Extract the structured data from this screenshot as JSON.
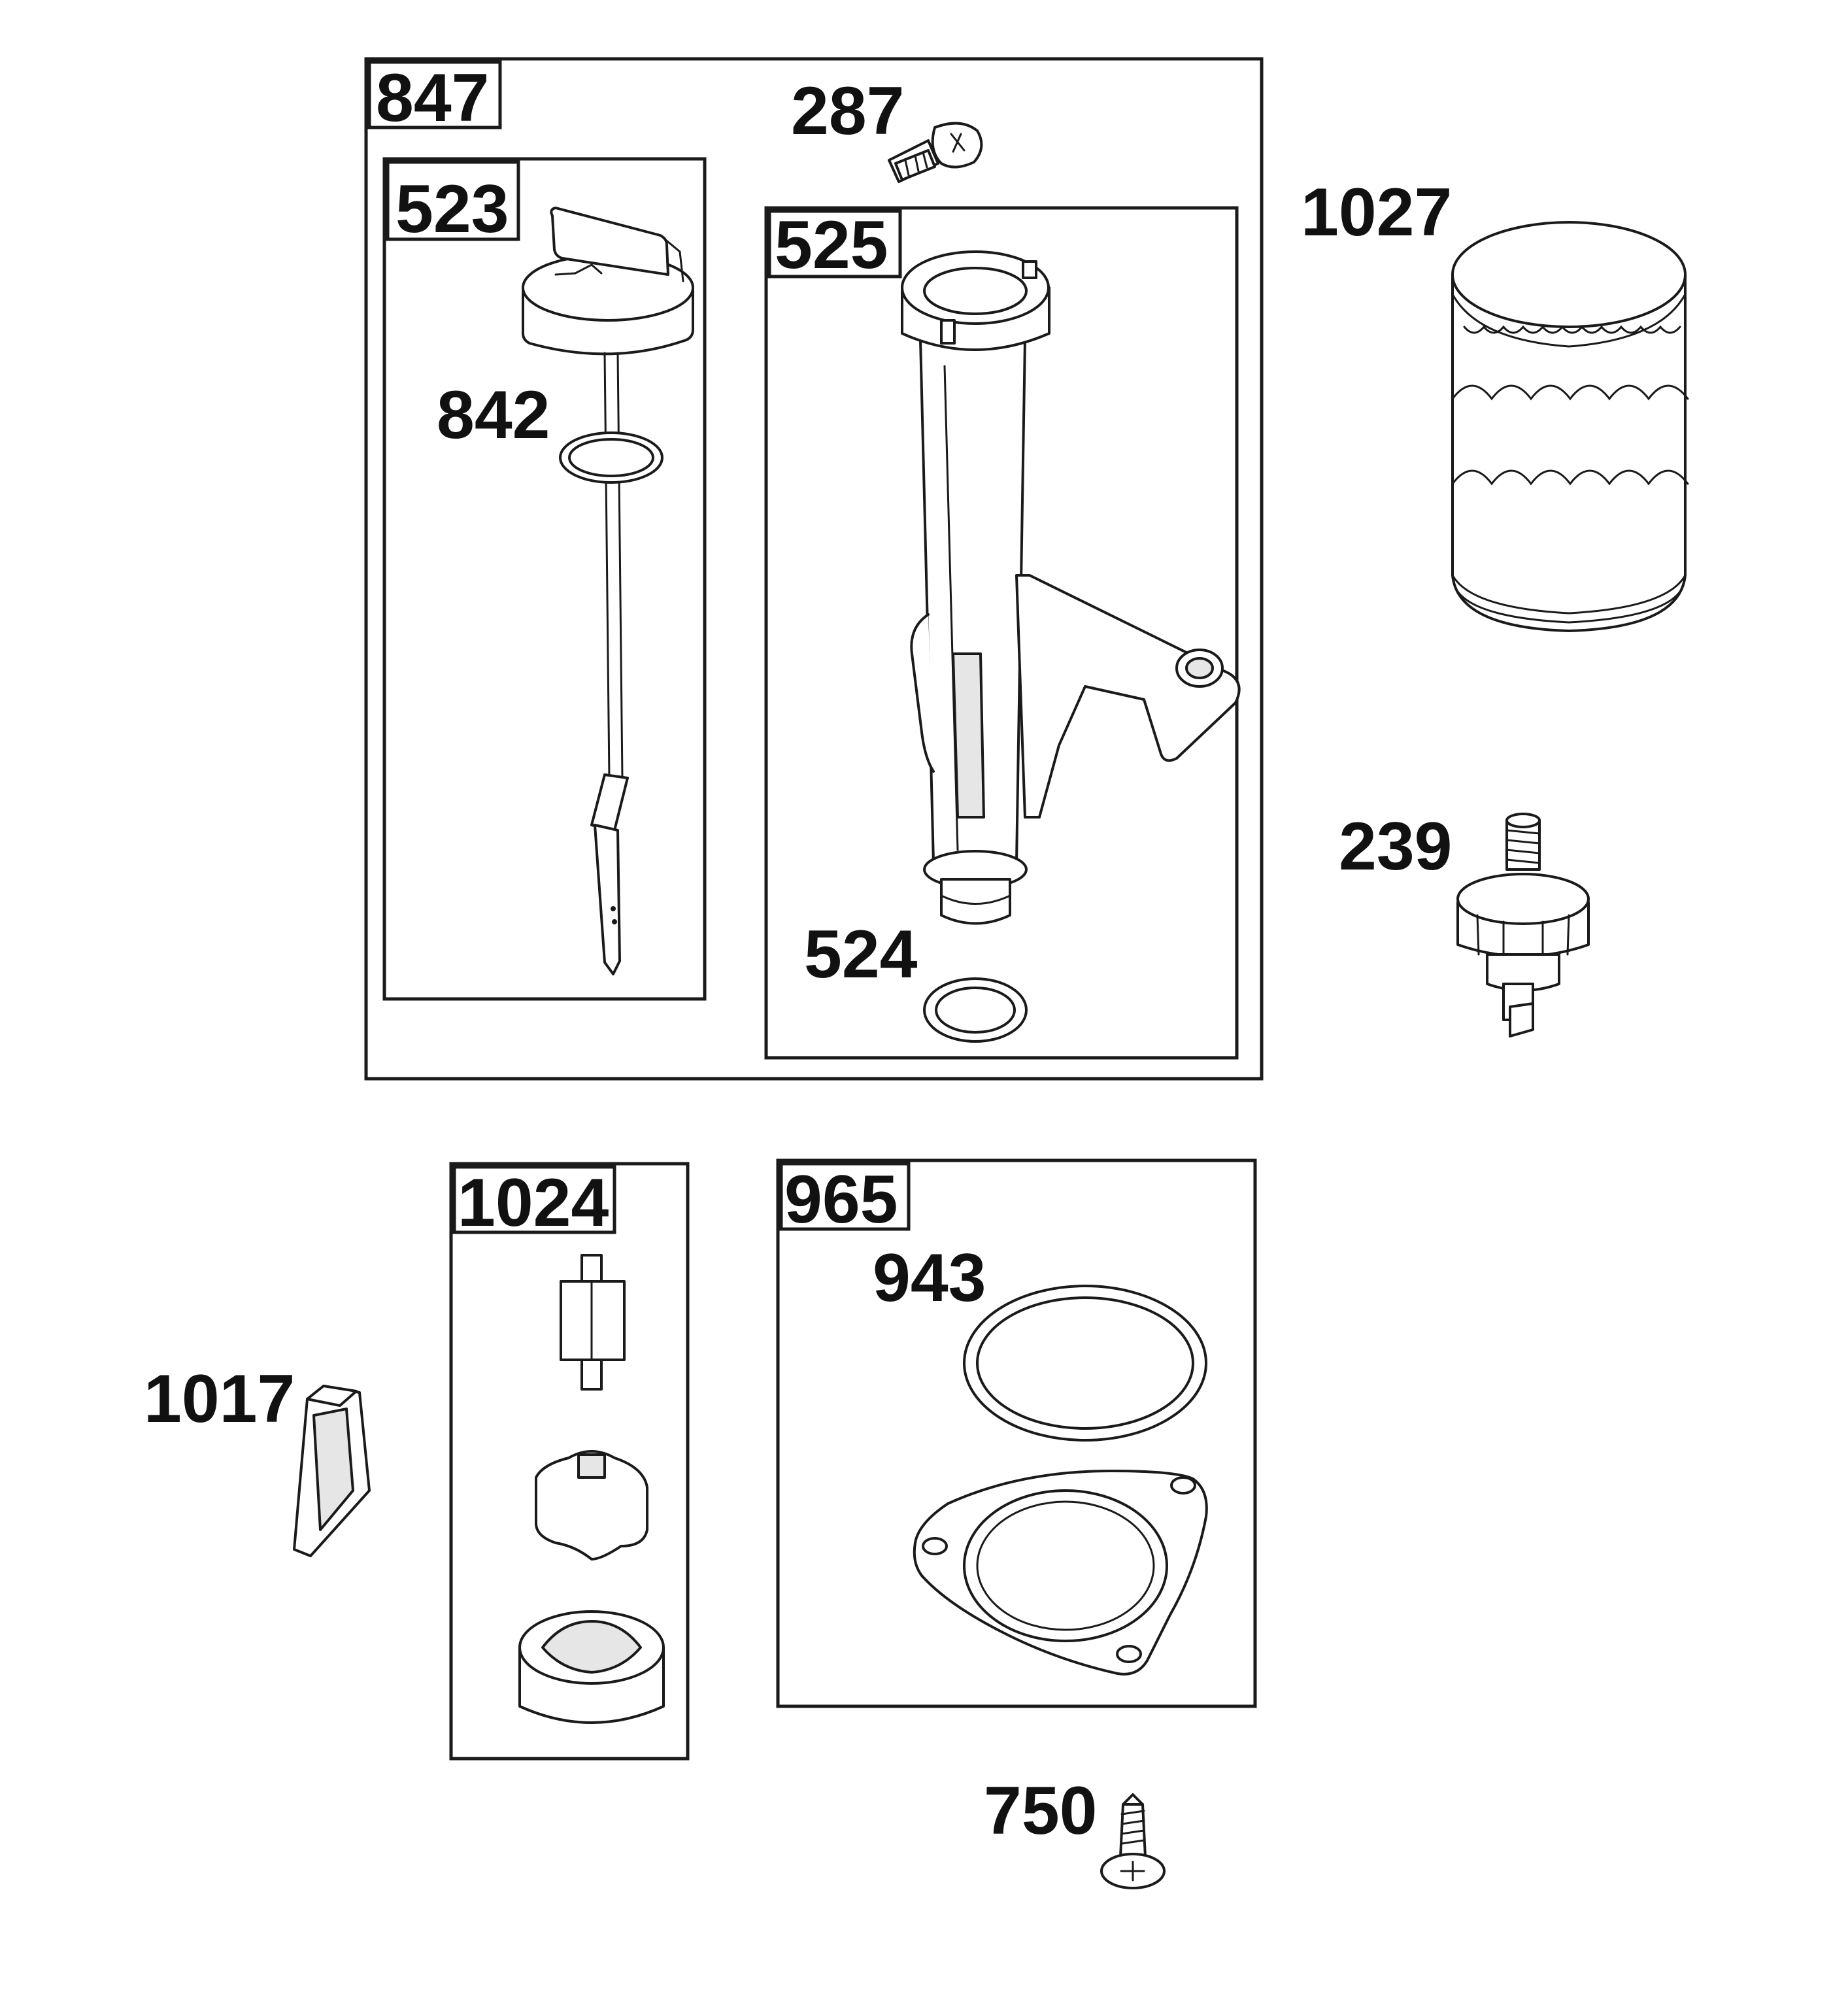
{
  "diagram": {
    "groups": [
      {
        "id": "847",
        "label": "847"
      },
      {
        "id": "523",
        "label": "523"
      },
      {
        "id": "525",
        "label": "525"
      },
      {
        "id": "1024",
        "label": "1024"
      },
      {
        "id": "965",
        "label": "965"
      }
    ],
    "parts": [
      {
        "id": "287",
        "label": "287",
        "icon": "bolt-icon"
      },
      {
        "id": "842",
        "label": "842",
        "icon": "o-ring-icon"
      },
      {
        "id": "524",
        "label": "524",
        "icon": "seal-ring-icon"
      },
      {
        "id": "1027",
        "label": "1027",
        "icon": "oil-filter-icon"
      },
      {
        "id": "239",
        "label": "239",
        "icon": "pressure-switch-icon"
      },
      {
        "id": "943",
        "label": "943",
        "icon": "gasket-ring-icon"
      },
      {
        "id": "1017",
        "label": "1017",
        "icon": "screen-icon"
      },
      {
        "id": "750",
        "label": "750",
        "icon": "screw-icon"
      }
    ]
  }
}
